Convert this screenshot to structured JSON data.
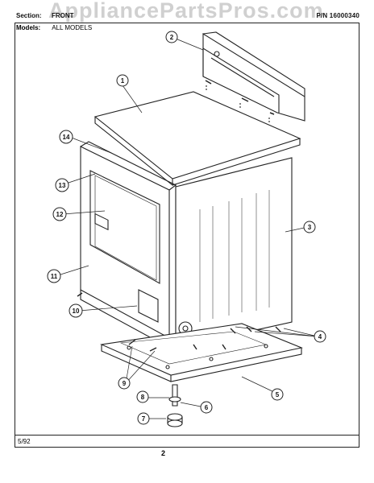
{
  "header": {
    "section_label": "Section:",
    "section_value": "FRONT",
    "part_number": "P/N 16000340",
    "watermark": "AppliancePartsPros.com"
  },
  "models": {
    "label": "Models:",
    "value": "ALL MODELS"
  },
  "footer": {
    "date": "5/92",
    "page": "2"
  },
  "callouts": [
    "1",
    "2",
    "3",
    "4",
    "5",
    "6",
    "7",
    "8",
    "9",
    "10",
    "11",
    "12",
    "13",
    "14"
  ]
}
